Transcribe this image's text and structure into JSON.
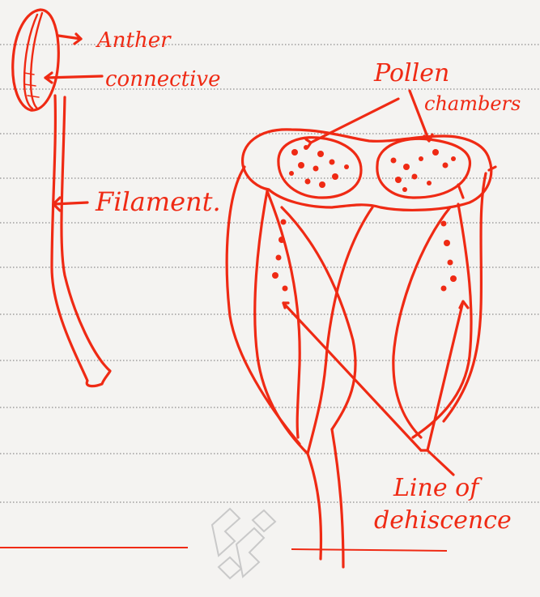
{
  "colors": {
    "ink": "#ef2a14",
    "paper": "#f4f3f1",
    "rule_line": "#8d8d8d",
    "watermark": "#c9c9c9"
  },
  "diagram": {
    "labels": {
      "anther": "Anther",
      "connective": "connective",
      "filament": "Filament.",
      "pollen_chambers_line1": "Pollen",
      "pollen_chambers_line2": "chambers",
      "line_of_dehiscence_line1": "Line of",
      "line_of_dehiscence_line2": "dehiscence"
    },
    "watermark_icon": "interlocking-logo-icon"
  }
}
